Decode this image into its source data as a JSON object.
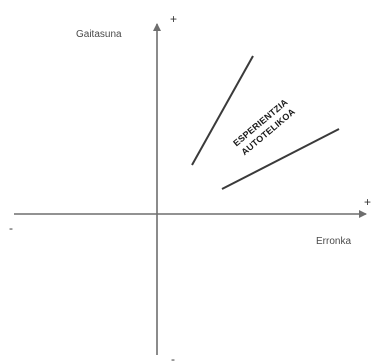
{
  "diagram": {
    "y_axis_label": "Gaitasuna",
    "x_axis_label": "Erronka",
    "y_axis_top_sign": "+",
    "y_axis_bottom_sign": "-",
    "x_axis_right_sign": "+",
    "x_axis_left_sign": "-",
    "zone_label_line1": "ESPERIENTZIA",
    "zone_label_line2": "AUTOTELIKOA",
    "colors": {
      "axis": "#6e6e6e",
      "boundary": "#3a3a3a",
      "text": "#4a4a4a"
    }
  }
}
